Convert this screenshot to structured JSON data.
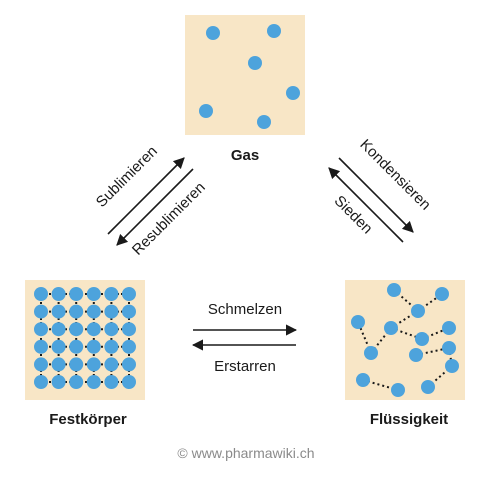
{
  "states": {
    "gas": "Gas",
    "solid": "Festkörper",
    "liquid": "Flüssigkeit"
  },
  "processes": {
    "sublimation": "Sublimieren",
    "resublimation": "Resublimieren",
    "condensation": "Kondensieren",
    "boiling": "Sieden",
    "melting": "Schmelzen",
    "freezing": "Erstarren"
  },
  "copyright": "© www.pharmawiki.ch",
  "colors": {
    "box_fill": "#f8e6c6",
    "particle": "#4da3dc",
    "arrow": "#1a1a1a",
    "bond": "#1a1a1a"
  }
}
